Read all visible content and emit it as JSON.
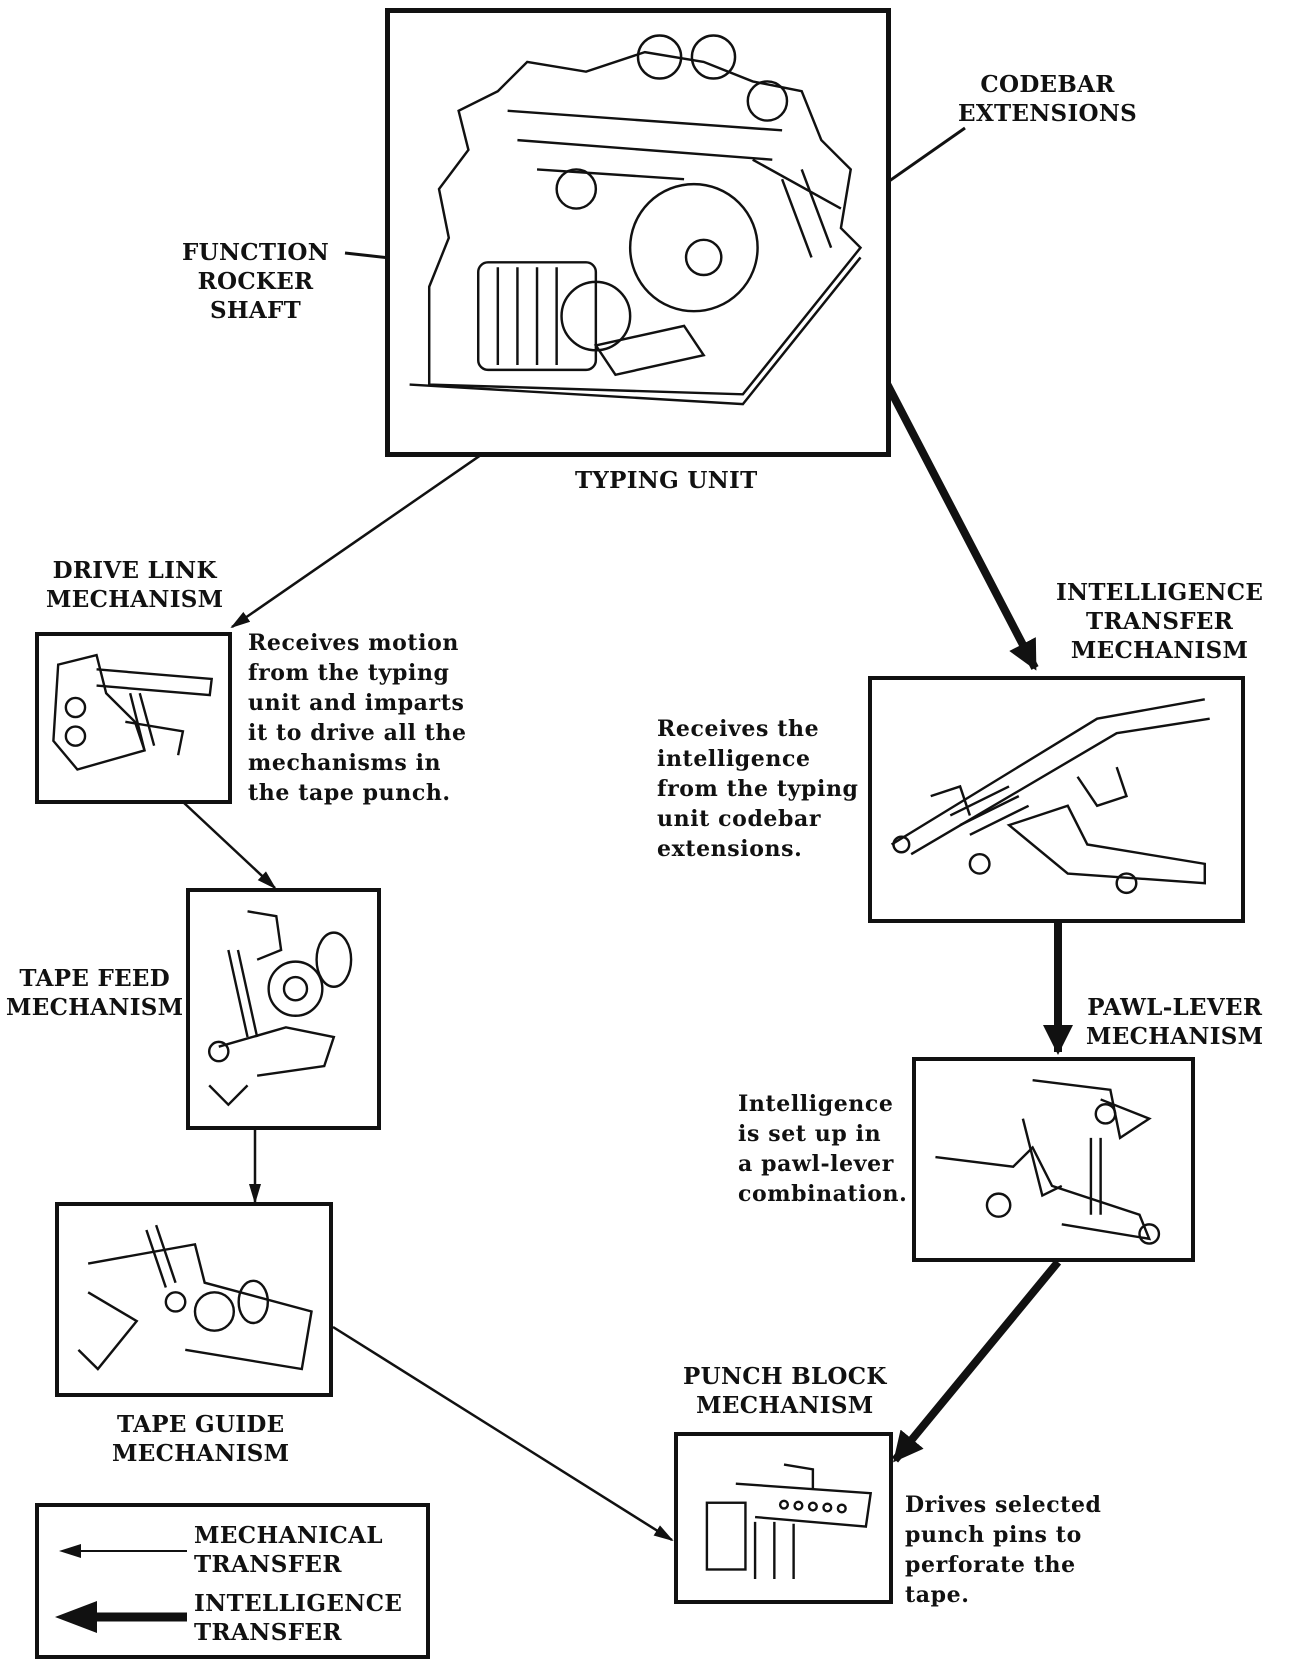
{
  "labels": {
    "codebar": [
      "CODEBAR",
      "EXTENSIONS"
    ],
    "function_rocker": [
      "FUNCTION",
      "ROCKER",
      "SHAFT"
    ],
    "typing_unit": "TYPING UNIT",
    "drive_link": [
      "DRIVE LINK",
      "MECHANISM"
    ],
    "intelligence_transfer": [
      "INTELLIGENCE",
      "TRANSFER",
      "MECHANISM"
    ],
    "tape_feed": [
      "TAPE FEED",
      "MECHANISM"
    ],
    "pawl_lever": [
      "PAWL-LEVER",
      "MECHANISM"
    ],
    "tape_guide": [
      "TAPE GUIDE",
      "MECHANISM"
    ],
    "punch_block": [
      "PUNCH BLOCK",
      "MECHANISM"
    ]
  },
  "descriptions": {
    "drive_link": [
      "Receives motion",
      "from the typing",
      "unit and imparts",
      "it to drive all the",
      "mechanisms in",
      "the tape punch."
    ],
    "intelligence_transfer": [
      "Receives the",
      "intelligence",
      "from the typing",
      "unit codebar",
      "extensions."
    ],
    "pawl_lever": [
      "Intelligence",
      "is set up in",
      "a pawl-lever",
      "combination."
    ],
    "punch_block": [
      "Drives selected",
      "punch pins to",
      "perforate the",
      "tape."
    ]
  },
  "legend": {
    "mechanical": [
      "MECHANICAL",
      "TRANSFER"
    ],
    "intelligence": [
      "INTELLIGENCE",
      "TRANSFER"
    ]
  }
}
